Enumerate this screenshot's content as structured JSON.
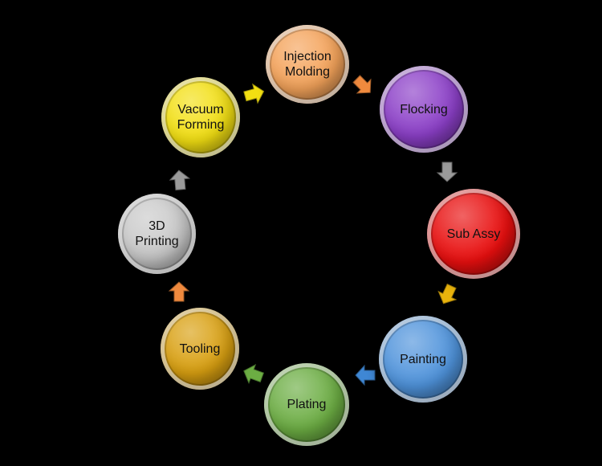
{
  "diagram": {
    "nodes": [
      {
        "id": "injection",
        "label": "Injection\nMolding",
        "color": "#f4a35a",
        "text_color": "#111111"
      },
      {
        "id": "flocking",
        "label": "Flocking",
        "color": "#8b3fc7",
        "text_color": "#111111"
      },
      {
        "id": "subassy",
        "label": "Sub Assy",
        "color": "#e80f0f",
        "text_color": "#111111"
      },
      {
        "id": "painting",
        "label": "Painting",
        "color": "#4f93db",
        "text_color": "#111111"
      },
      {
        "id": "plating",
        "label": "Plating",
        "color": "#6cad43",
        "text_color": "#111111"
      },
      {
        "id": "tooling",
        "label": "Tooling",
        "color": "#d9a011",
        "text_color": "#111111"
      },
      {
        "id": "3d",
        "label": "3D\nPrinting",
        "color": "#c9c9c9",
        "text_color": "#111111"
      },
      {
        "id": "vacuum",
        "label": "Vacuum\nForming",
        "color": "#f2df12",
        "text_color": "#111111"
      }
    ],
    "arrows": [
      {
        "from": "injection",
        "to": "flocking",
        "color": "#f08a3e"
      },
      {
        "from": "flocking",
        "to": "subassy",
        "color": "#9a9a9a"
      },
      {
        "from": "subassy",
        "to": "painting",
        "color": "#e8b30c"
      },
      {
        "from": "painting",
        "to": "plating",
        "color": "#3f87d4"
      },
      {
        "from": "plating",
        "to": "tooling",
        "color": "#6cad43"
      },
      {
        "from": "tooling",
        "to": "3d",
        "color": "#f08a3e"
      },
      {
        "from": "3d",
        "to": "vacuum",
        "color": "#9a9a9a"
      },
      {
        "from": "vacuum",
        "to": "injection",
        "color": "#f2df12"
      }
    ]
  }
}
